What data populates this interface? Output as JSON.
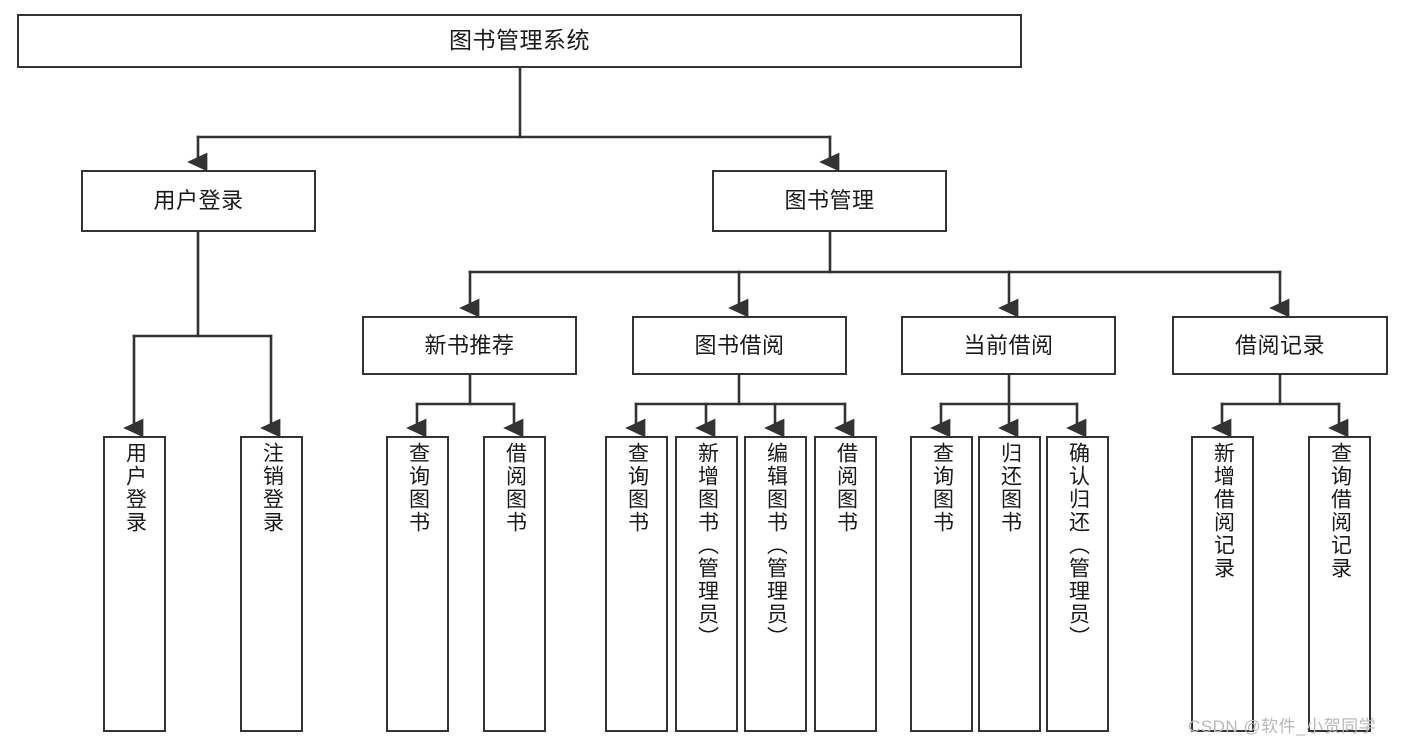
{
  "diagram": {
    "title": "图书管理系统",
    "type": "tree-hierarchy-chart",
    "colors": {
      "box_border": "#333333",
      "box_fill": "#ffffff",
      "edge": "#333333",
      "text": "#1a1a1a",
      "watermark": "#b9b9b9",
      "background": "#ffffff"
    },
    "watermark": "CSDN @软件_小贺同学",
    "nodes": {
      "root": {
        "label": "图书管理系统"
      },
      "level1": [
        {
          "id": "user-login",
          "label": "用户登录"
        },
        {
          "id": "book-manage",
          "label": "图书管理"
        }
      ],
      "level2": [
        {
          "id": "new-book-recommend",
          "label": "新书推荐"
        },
        {
          "id": "book-borrow",
          "label": "图书借阅"
        },
        {
          "id": "current-borrow",
          "label": "当前借阅"
        },
        {
          "id": "borrow-record",
          "label": "借阅记录"
        }
      ],
      "leaves": {
        "user_login": [
          {
            "id": "leaf-user-login",
            "label": "用户登录"
          },
          {
            "id": "leaf-logout-login",
            "label": "注销登录"
          }
        ],
        "new_book_recommend": [
          {
            "id": "leaf-query-book-1",
            "label": "查询图书"
          },
          {
            "id": "leaf-borrow-book-1",
            "label": "借阅图书"
          }
        ],
        "book_borrow": [
          {
            "id": "leaf-query-book-2",
            "label": "查询图书"
          },
          {
            "id": "leaf-add-book",
            "label": "新增图书（管理员）"
          },
          {
            "id": "leaf-edit-book",
            "label": "编辑图书（管理员）"
          },
          {
            "id": "leaf-borrow-book-2",
            "label": "借阅图书"
          }
        ],
        "current_borrow": [
          {
            "id": "leaf-query-book-3",
            "label": "查询图书"
          },
          {
            "id": "leaf-return-book",
            "label": "归还图书"
          },
          {
            "id": "leaf-confirm-return",
            "label": "确认归还（管理员）"
          }
        ],
        "borrow_record": [
          {
            "id": "leaf-add-record",
            "label": "新增借阅记录"
          },
          {
            "id": "leaf-query-record",
            "label": "查询借阅记录"
          }
        ]
      }
    }
  }
}
